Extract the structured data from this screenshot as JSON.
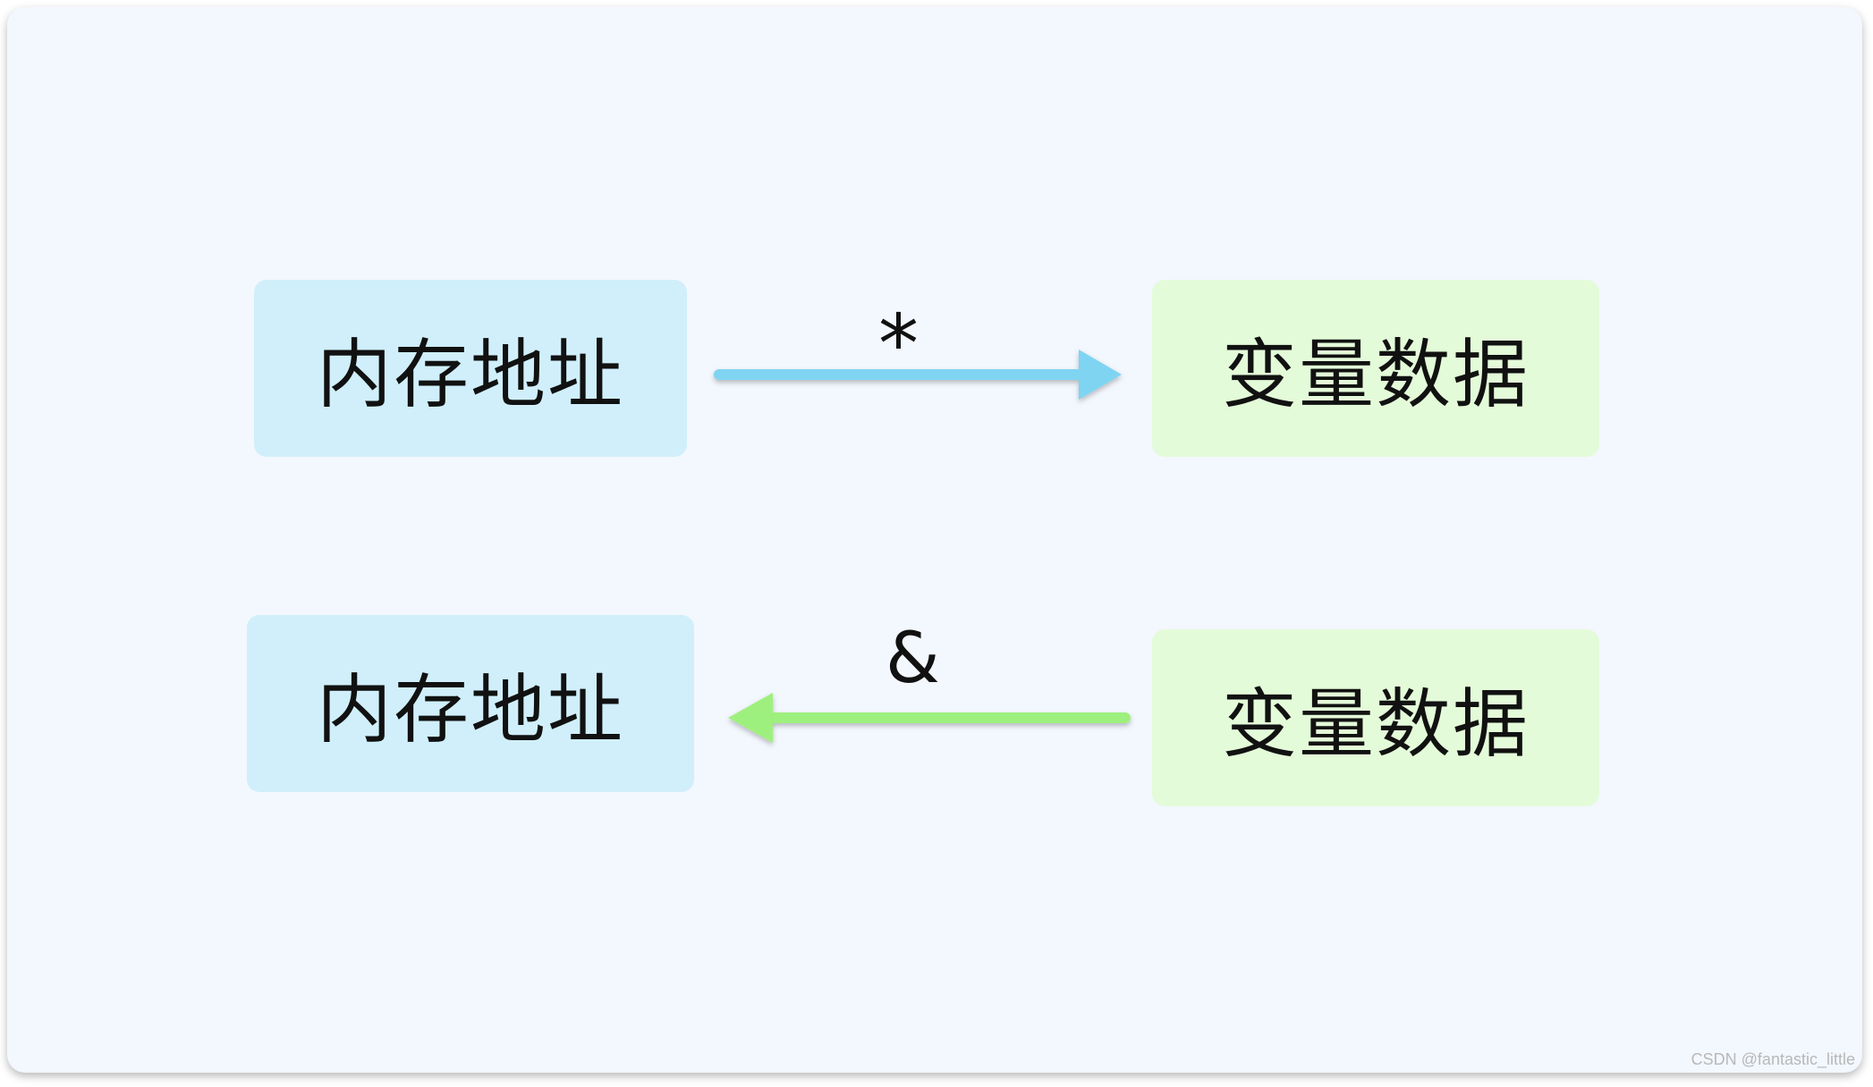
{
  "diagram": {
    "row1": {
      "left_label": "内存地址",
      "operator": "*",
      "right_label": "变量数据"
    },
    "row2": {
      "left_label": "内存地址",
      "operator": "&",
      "right_label": "变量数据"
    }
  },
  "watermark": "CSDN @fantastic_little",
  "colors": {
    "address_box": "#d0effb",
    "data_box": "#e4fbd9",
    "arrow_deref": "#7fd4f2",
    "arrow_addr": "#9ef07e",
    "background": "#f3f7fe"
  }
}
